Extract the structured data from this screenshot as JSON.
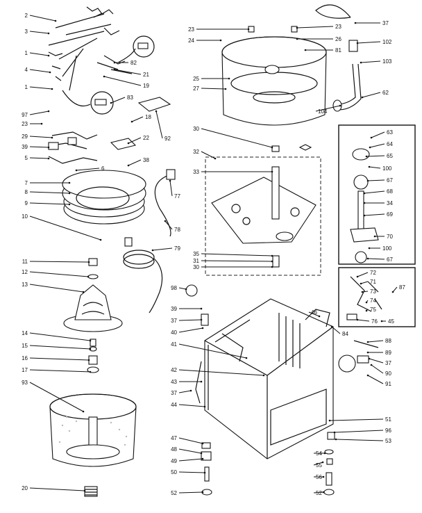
{
  "diagram": {
    "part_numbers": [
      "2",
      "3",
      "1",
      "4",
      "1",
      "97",
      "23",
      "29",
      "39",
      "5",
      "7",
      "8",
      "9",
      "10",
      "11",
      "12",
      "13",
      "14",
      "15",
      "16",
      "17",
      "93",
      "20",
      "82",
      "21",
      "19",
      "83",
      "18",
      "92",
      "22",
      "38",
      "6",
      "77",
      "78",
      "79",
      "23",
      "24",
      "23",
      "26",
      "81",
      "25",
      "27",
      "37",
      "102",
      "103",
      "62",
      "104",
      "30",
      "32",
      "33",
      "35",
      "31",
      "30",
      "63",
      "64",
      "65",
      "100",
      "67",
      "68",
      "34",
      "69",
      "70",
      "100",
      "67",
      "72",
      "71",
      "73",
      "74",
      "75",
      "76",
      "45",
      "87",
      "98",
      "39",
      "37",
      "40",
      "41",
      "42",
      "43",
      "37",
      "44",
      "47",
      "48",
      "49",
      "50",
      "52",
      "46",
      "84",
      "88",
      "89",
      "37",
      "90",
      "91",
      "51",
      "96",
      "53",
      "54",
      "55",
      "56",
      "52"
    ]
  }
}
